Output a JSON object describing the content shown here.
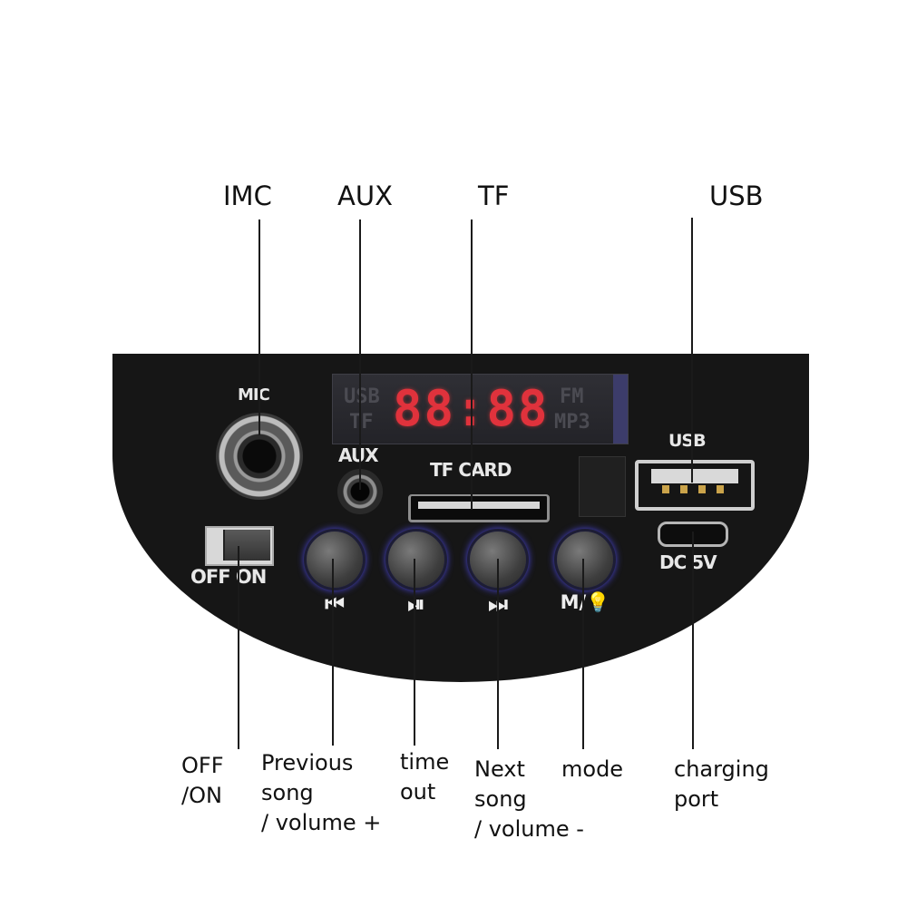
{
  "callouts": {
    "imc": "IMC",
    "aux": "AUX",
    "tf": "TF",
    "usb": "USB",
    "off_on": "OFF\n/ON",
    "previous": "Previous\nsong\n/ volume +",
    "time_out": "time\nout",
    "next": "Next\nsong\n/ volume -",
    "mode": "mode",
    "charging": "charging\nport"
  },
  "panel": {
    "mic_label": "MIC",
    "aux_label": "AUX",
    "tf_card_label": "TF CARD",
    "usb_label": "USB",
    "dc_label": "DC 5V",
    "switch_label": "OFF ON",
    "display": {
      "left_top": "USB",
      "left_bottom": "TF",
      "digits": "88:88",
      "right_top": "FM",
      "right_bottom": "MP3"
    },
    "buttons": [
      {
        "icon_name": "previous-track-icon",
        "glyph": "⏮"
      },
      {
        "icon_name": "play-pause-icon",
        "glyph": "⏯"
      },
      {
        "icon_name": "next-track-icon",
        "glyph": "⏭"
      },
      {
        "icon_name": "mode-light-icon",
        "glyph": "M/💡"
      }
    ]
  },
  "colors": {
    "panel": "#161616",
    "led_digits": "#e0323c",
    "button_glow": "#4a46d8"
  }
}
